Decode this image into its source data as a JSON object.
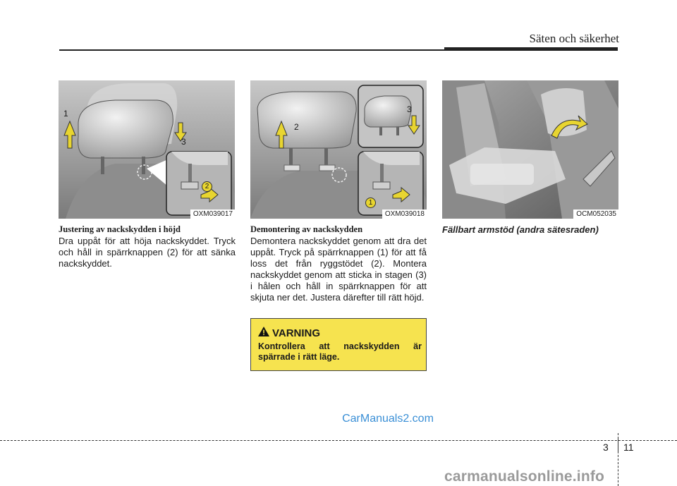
{
  "header": {
    "title": "Säten och säkerhet"
  },
  "figures": [
    {
      "code": "OXM039017",
      "labels": [
        "1",
        "2",
        "3"
      ]
    },
    {
      "code": "OXM039018",
      "labels": [
        "1",
        "2",
        "3"
      ]
    },
    {
      "code": "OCM052035"
    }
  ],
  "col1": {
    "heading": "Justering av nackskydden i höjd",
    "body": "Dra uppåt för att höja nackskyddet. Tryck och håll in spärrknappen (2) för att sänka nackskyddet."
  },
  "col2": {
    "heading": "Demontering av nackskydden",
    "body": "Demontera nackskyddet genom att dra det uppåt. Tryck på spärrknappen (1) för att få loss det från ryggstödet (2). Montera nackskyddet genom att sticka in stagen (3) i hålen och håll in spärrknappen för att skjuta ner det. Justera därefter till rätt höjd."
  },
  "col3": {
    "heading": "Fällbart armstöd (andra sätesraden)"
  },
  "warning": {
    "title": "VARNING",
    "text": "Kontrollera att nackskydden är spärrade i rätt läge."
  },
  "footer": {
    "chapter": "3",
    "page": "11"
  },
  "watermarks": {
    "top": "CarManuals2.com",
    "bottom": "carmanualsonline.info"
  },
  "colors": {
    "warning_bg": "#f6e34f",
    "arrow": "#e8d530",
    "watermark_blue": "#3a8fd6"
  }
}
